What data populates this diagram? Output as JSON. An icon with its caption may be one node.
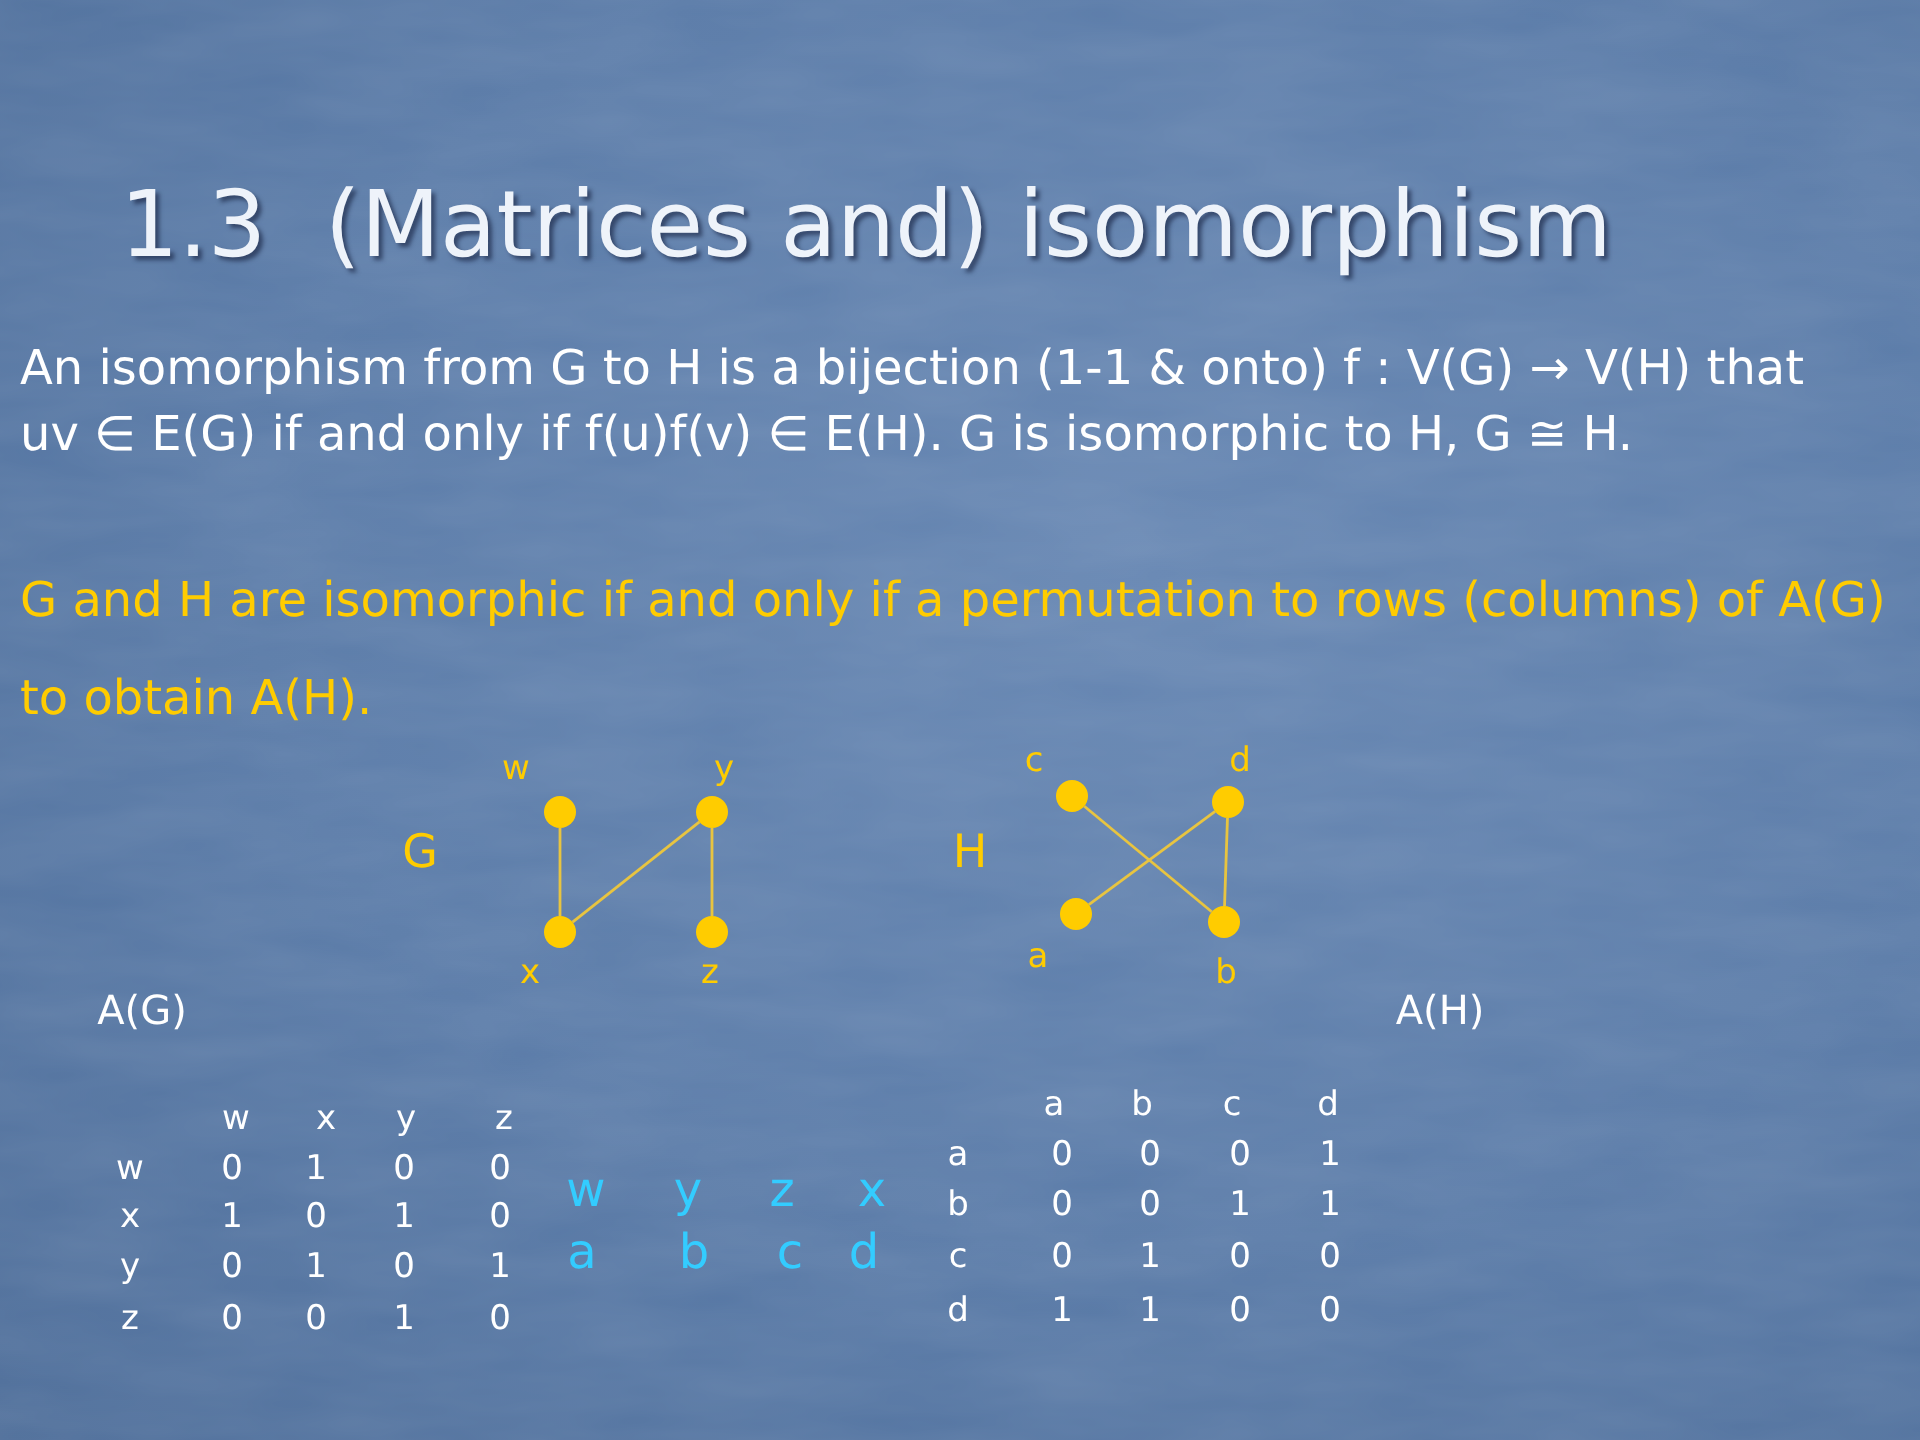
{
  "diagram": {
    "title": "1.3  (Matrices and) isomorphism",
    "nodes": [
      {
        "text": [
          "w"
        ]
      },
      {
        "text": [
          "y"
        ]
      },
      {
        "text": [
          "x"
        ]
      },
      {
        "text": [
          "z"
        ]
      },
      {
        "text": [
          "c"
        ]
      },
      {
        "text": [
          "d"
        ]
      },
      {
        "text": [
          "a"
        ]
      },
      {
        "text": [
          "b"
        ]
      }
    ],
    "edges": [
      {
        "from": 0,
        "to": 2,
        "arrow": "none"
      },
      {
        "from": 2,
        "to": 1,
        "arrow": "none"
      },
      {
        "from": 1,
        "to": 3,
        "arrow": "none"
      },
      {
        "from": 4,
        "to": 7,
        "arrow": "none"
      },
      {
        "from": 5,
        "to": 6,
        "arrow": "none"
      },
      {
        "from": 5,
        "to": 7,
        "arrow": "none"
      }
    ],
    "labels": [
      "An isomorphism from G to H is a bijection (1-1 & onto) f : V(G) → V(H) that uv ∈ E(G) if and only if f(u)f(v) ∈ E(H). G is isomorphic to H, G ≅ H.",
      "G and H are isomorphic if and only if a permutation to rows (columns) of A(G) to obtain A(H).",
      "G",
      "H",
      "A(G)",
      "A(H)",
      "w",
      "x",
      "y",
      "z",
      "w",
      "0",
      "1",
      "0",
      "0",
      "x",
      "1",
      "0",
      "1",
      "0",
      "y",
      "0",
      "1",
      "0",
      "1",
      "z",
      "0",
      "0",
      "1",
      "0",
      "w",
      "y",
      "z",
      "x",
      "a",
      "b",
      "c",
      "d",
      "a",
      "b",
      "c",
      "d",
      "a",
      "0",
      "0",
      "0",
      "1",
      "b",
      "0",
      "0",
      "1",
      "1",
      "c",
      "0",
      "1",
      "0",
      "0",
      "d",
      "1",
      "1",
      "0",
      "0"
    ]
  }
}
